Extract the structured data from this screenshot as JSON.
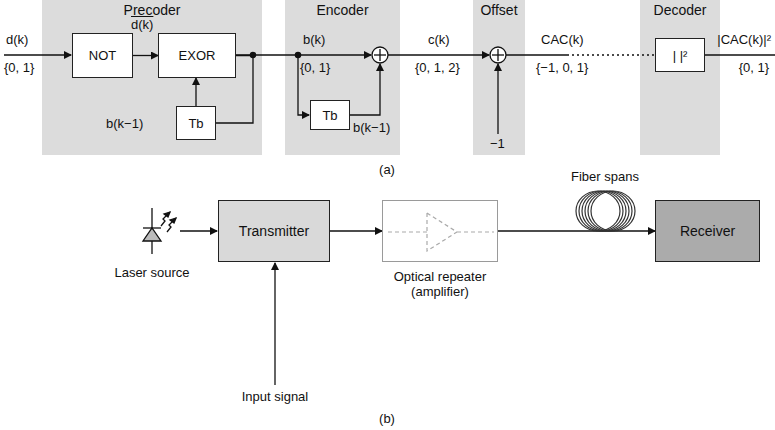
{
  "diagram": {
    "nodes": [
      {
        "text": [
          "Precoder"
        ]
      },
      {
        "text": [
          "NOT"
        ],
        "in": 0
      },
      {
        "text": [
          "EXOR"
        ],
        "in": 0
      },
      {
        "text": [
          "Tb"
        ],
        "in": 0
      },
      {
        "text": [
          "Encoder"
        ]
      },
      {
        "text": [
          "Tb"
        ],
        "in": 4
      },
      {
        "text": [
          "Offset"
        ]
      },
      {
        "text": [
          "Decoder"
        ]
      },
      {
        "text": [
          "| |²"
        ],
        "in": 7
      },
      {
        "text": [
          "Transmitter"
        ]
      },
      {
        "text": [
          "Optical repeater (amplifier)"
        ]
      },
      {
        "text": [
          "Receiver"
        ]
      }
    ],
    "edges": [
      {
        "from": 1,
        "to": 2,
        "arrow": "to",
        "label": "d(k)"
      },
      {
        "from": 2,
        "to": 3,
        "arrow": "none"
      },
      {
        "from": 3,
        "to": 2,
        "arrow": "to",
        "label": "b(k−1)"
      },
      {
        "from": 9,
        "to": 10,
        "arrow": "to"
      },
      {
        "from": 10,
        "to": 11,
        "arrow": "to"
      }
    ],
    "labels": [
      "d(k)",
      "{0, 1}",
      "b(k)",
      "{0, 1}",
      "b(k−1)",
      "c(k)",
      "{0, 1, 2}",
      "−1",
      "CAC(k)",
      "{−1, 0, 1}",
      "|CAC(k)|²",
      "{0, 1}",
      "(a)",
      "Laser source",
      "Input signal",
      "Fiber spans",
      "(b)"
    ]
  }
}
